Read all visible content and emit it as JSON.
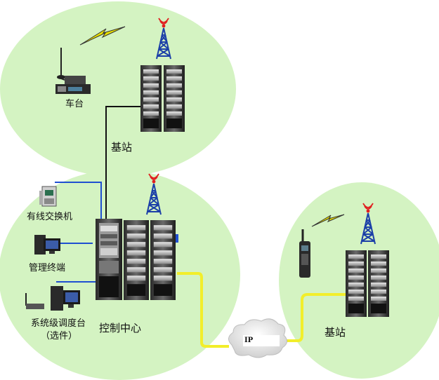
{
  "labels": {
    "car_radio": "车台",
    "base_station_top": "基站",
    "wired_switch": "有线交换机",
    "mgmt_terminal": "管理终端",
    "dispatch_console_line1": "系统级调度台",
    "dispatch_console_line2": "（选件）",
    "control_center": "控制中心",
    "ip_cloud": "IP",
    "base_station_right": "基站"
  },
  "colors": {
    "cell_fill": "#d4f3c2",
    "ethernet_line": "#1f4fd1",
    "black_line": "#111111",
    "ip_link": "#f2ee2a",
    "lightning": "#e8e000",
    "tower": "#1b3fa8",
    "antenna_red": "#e02020"
  }
}
